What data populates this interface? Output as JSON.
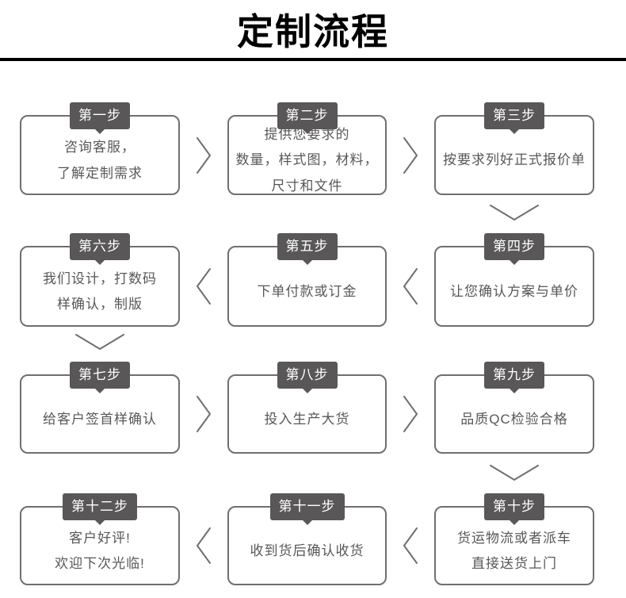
{
  "title": "定制流程",
  "colors": {
    "title_text": "#000000",
    "divider": "#000000",
    "badge_bg": "#595757",
    "box_border": "#6f6f6f",
    "box_text": "#595757",
    "arrow": "#6f6f6f"
  },
  "steps": [
    {
      "badge": "第一步",
      "text": "咨询客服，\n了解定制需求"
    },
    {
      "badge": "第二步",
      "text": "提供您要求的\n数量，样式图，材料，\n尺寸和文件"
    },
    {
      "badge": "第三步",
      "text": "按要求列好正式报价单"
    },
    {
      "badge": "第四步",
      "text": "让您确认方案与单价"
    },
    {
      "badge": "第五步",
      "text": "下单付款或订金"
    },
    {
      "badge": "第六步",
      "text": "我们设计，打数码\n样确认，制版"
    },
    {
      "badge": "第七步",
      "text": "给客户签首样确认"
    },
    {
      "badge": "第八步",
      "text": "投入生产大货"
    },
    {
      "badge": "第九步",
      "text": "品质QC检验合格"
    },
    {
      "badge": "第十步",
      "text": "货运物流或者派车\n直接送货上门"
    },
    {
      "badge": "第十一步",
      "text": "收到货后确认收货"
    },
    {
      "badge": "第十二步",
      "text": "客户好评!\n欢迎下次光临!"
    }
  ]
}
